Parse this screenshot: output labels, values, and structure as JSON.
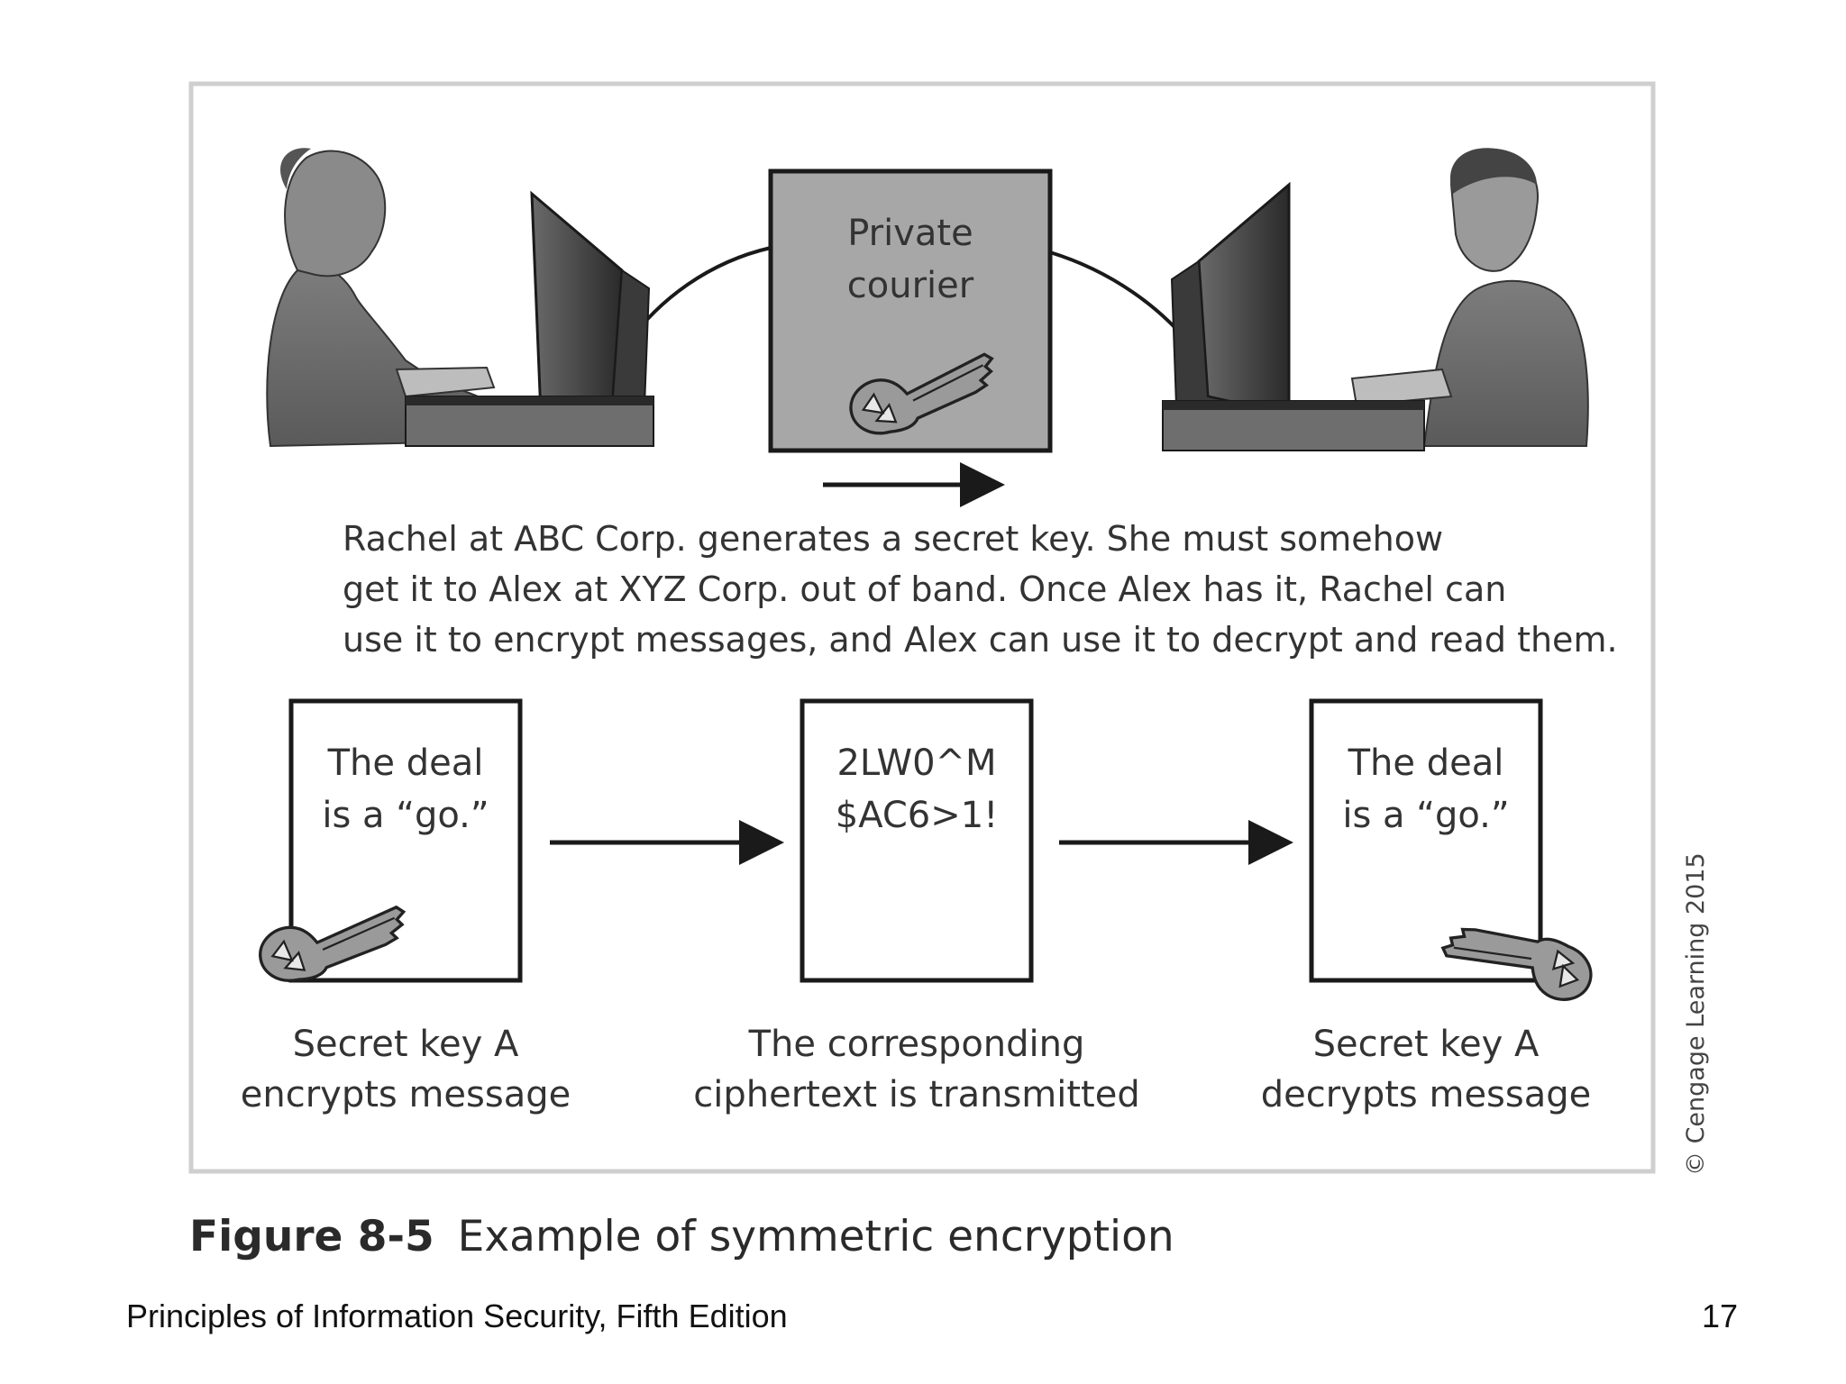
{
  "courier": {
    "line1": "Private",
    "line2": "courier"
  },
  "description": [
    "Rachel at ABC Corp. generates a secret key. She must somehow",
    "get it to Alex at XYZ Corp. out of band. Once Alex has it, Rachel can",
    "use it to encrypt messages, and Alex can use it to decrypt and read them."
  ],
  "boxes": {
    "plaintext": {
      "line1": "The deal",
      "line2": "is a “go.”"
    },
    "ciphertext": {
      "line1": "2LW0^M",
      "line2": "$AC6>1!"
    },
    "decrypted": {
      "line1": "The deal",
      "line2": "is a “go.”"
    }
  },
  "captions": {
    "encrypt": {
      "line1": "Secret key A",
      "line2": "encrypts message"
    },
    "transmit": {
      "line1": "The corresponding",
      "line2": "ciphertext is transmitted"
    },
    "decrypt": {
      "line1": "Secret key A",
      "line2": "decrypts message"
    }
  },
  "credit": "© Cengage Learning 2015",
  "figure": {
    "label": "Figure 8-5",
    "title": "Example of symmetric encryption"
  },
  "footer": {
    "book": "Principles of Information Security, Fifth Edition",
    "page": "17"
  }
}
